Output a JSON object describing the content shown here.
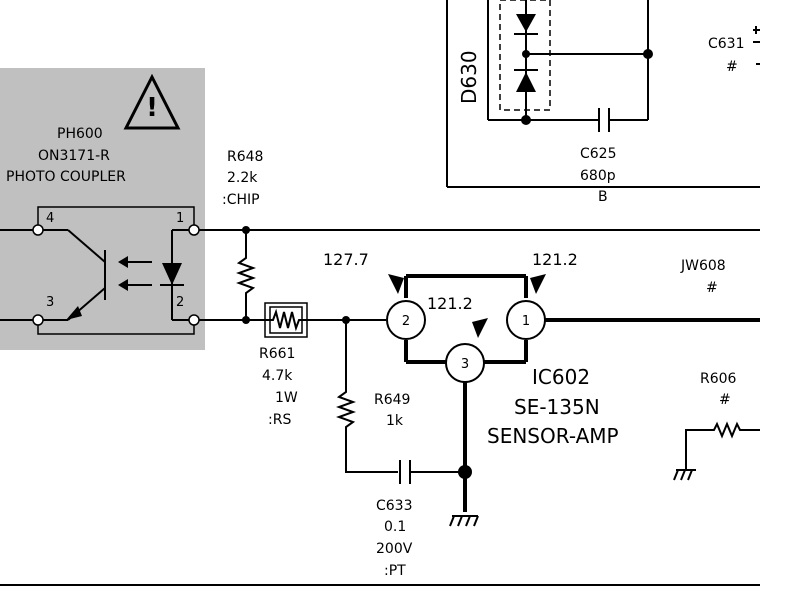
{
  "ph600": {
    "ref": "PH600",
    "part": "ON3171-R",
    "desc": "PHOTO COUPLER",
    "pins": [
      "4",
      "3",
      "1",
      "2"
    ]
  },
  "d630": {
    "ref": "D630"
  },
  "c625": {
    "ref": "C625",
    "value": "680p",
    "note": "B"
  },
  "c631": {
    "ref": "C631",
    "value": "#"
  },
  "r648": {
    "ref": "R648",
    "value": "2.2k",
    "note": ":CHIP"
  },
  "r661": {
    "ref": "R661",
    "value": "4.7k",
    "power": "1W",
    "note": ":RS"
  },
  "r649": {
    "ref": "R649",
    "value": "1k"
  },
  "c633": {
    "ref": "C633",
    "value": "0.1",
    "voltage": "200V",
    "note": ":PT"
  },
  "ic602": {
    "ref": "IC602",
    "part": "SE-135N",
    "desc": "SENSOR-AMP",
    "pins": [
      "1",
      "2",
      "3"
    ],
    "voltages": {
      "pin2": "127.7",
      "pin1": "121.2",
      "pin3": "121.2"
    }
  },
  "jw608": {
    "ref": "JW608",
    "value": "#"
  },
  "r606": {
    "ref": "R606",
    "value": "#"
  },
  "colors": {
    "ph600_box": "#c0c0c0",
    "wire": "#000000"
  }
}
